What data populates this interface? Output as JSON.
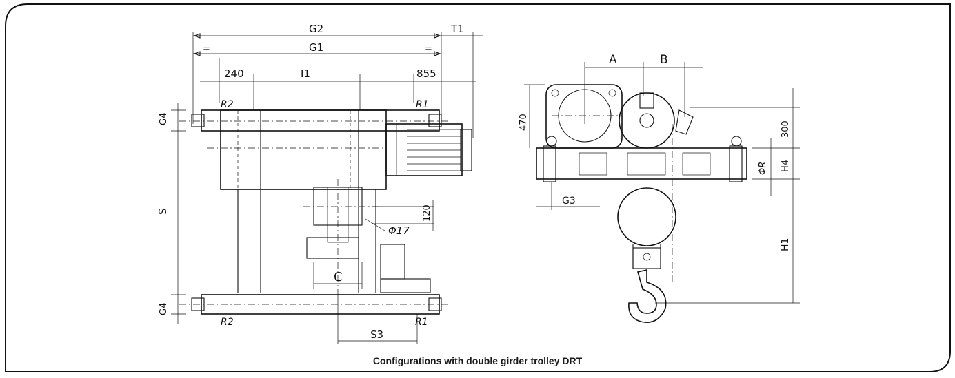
{
  "caption": "Configurations with double girder trolley DRT",
  "labels": {
    "g2": "G2",
    "t1": "T1",
    "g1": "G1",
    "eq_left": "=",
    "eq_right": "=",
    "d240": "240",
    "i1": "I1",
    "d855": "855",
    "r2_top": "R2",
    "r1_top": "R1",
    "g4_top": "G4",
    "s": "S",
    "d120": "120",
    "phi17": "Φ17",
    "c": "C",
    "g4_bottom": "G4",
    "r2_bottom": "R2",
    "r1_bottom": "R1",
    "s3": "S3",
    "a": "A",
    "b": "B",
    "d470": "470",
    "d300": "300",
    "h4": "H4",
    "phir": "ΦR",
    "g3": "G3",
    "h1": "H1"
  },
  "colors": {
    "line": "#111111",
    "frame": "#1a1a1a"
  }
}
